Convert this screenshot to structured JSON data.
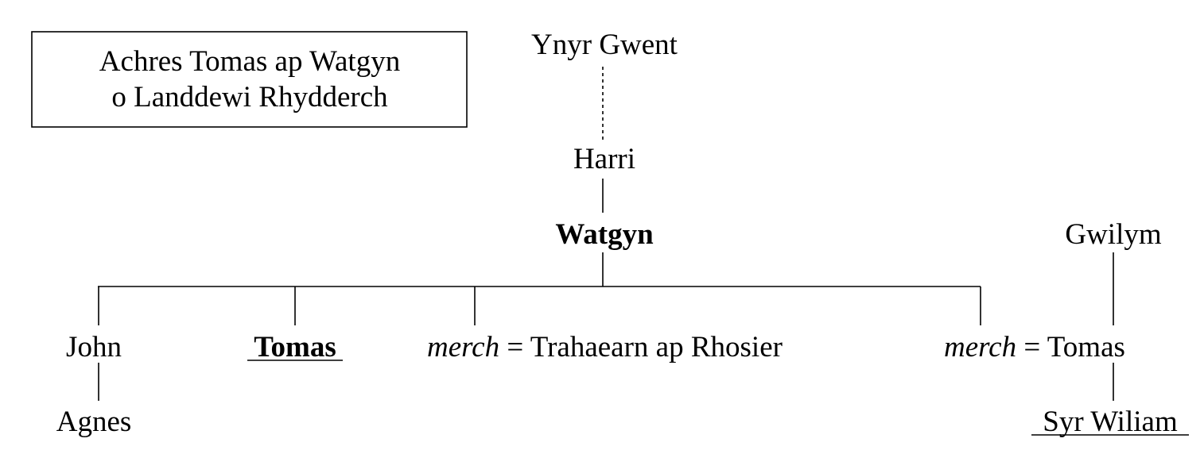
{
  "title_box": {
    "line1": "Achres Tomas ap Watgyn",
    "line2": "o Landdewi Rhydderch"
  },
  "people": {
    "ynyr": "Ynyr Gwent",
    "harri": "Harri",
    "watgyn": "Watgyn",
    "gwilym": "Gwilym",
    "john": "John",
    "tomas": "Tomas",
    "merch1": "merch",
    "merch1_spouse": " = Trahaearn ap Rhosier",
    "merch2": "merch",
    "merch2_spouse": " = Tomas",
    "agnes": "Agnes",
    "syr_wiliam": "Syr Wiliam"
  }
}
